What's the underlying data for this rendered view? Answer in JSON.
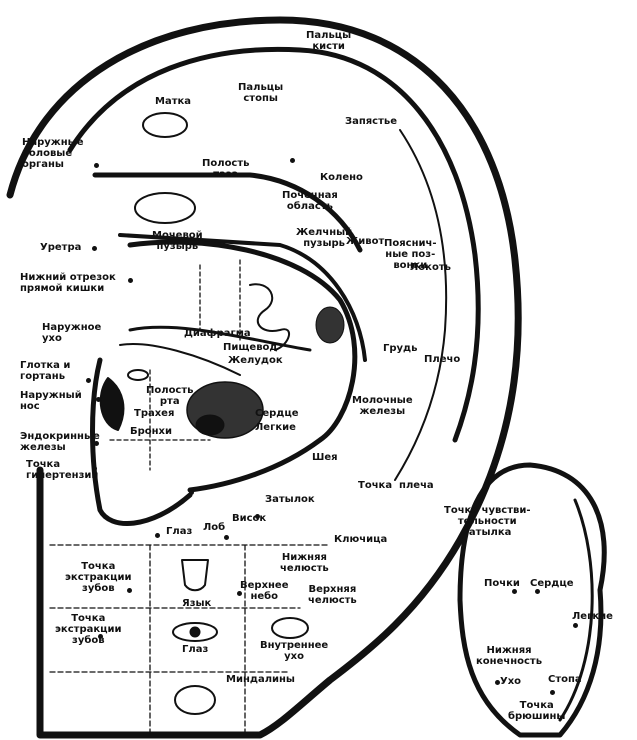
{
  "colors": {
    "ink": "#111111",
    "paper": "#ffffff"
  },
  "labels": {
    "fingers": "Пальцы\nкисти",
    "toes": "Пальцы\nстопы",
    "uterus": "Матка",
    "wrist": "Запястье",
    "external_genitals": "Наружные\nполовые\nорганы",
    "pelvic_cavity": "Полость\nтаза",
    "knee": "Колено",
    "kidney_area": "Почечная\nобласть",
    "bladder": "Мочевой\nпузырь",
    "gallbladder": "Желчный\nпузырь",
    "urethra": "Уретра",
    "abdomen": "Живот",
    "lumbar": "Пояснич-\nные поз-\nвонки",
    "elbow": "Локоть",
    "lower_rectum": "Нижний отрезок\nпрямой кишки",
    "external_ear": "Наружное\nухо",
    "diaphragm": "Диафрагма",
    "esophagus": "Пищевод",
    "stomach": "Желудок",
    "chest": "Грудь",
    "shoulder": "Плечо",
    "throat_larynx": "Глотка и\nгортань",
    "mouth_cavity": "Полость\nрта",
    "trachea": "Трахея",
    "nose": "Наружный\nнос",
    "heart": "Сердце",
    "mammary": "Молочные\nжелезы",
    "bronchi": "Бронхи",
    "lungs": "Легкие",
    "endocrine": "Эндокринные\nжелезы",
    "neck": "Шея",
    "hypertension_point": "Точка\nгипертензии",
    "shoulder_point": "Точка  плеча",
    "occiput": "Затылок",
    "temple": "Висок",
    "forehead": "Лоб",
    "eye_top": "Глаз",
    "clavicle": "Ключица",
    "lower_jaw": "Нижняя\nчелюсть",
    "tooth_extraction_1": "Точка\nэкстракции\nзубов",
    "tongue": "Язык",
    "upper_palate": "Верхнее\nнебо",
    "upper_jaw": "Верхняя\nчелюсть",
    "tooth_extraction_2": "Точка\nэкстракции\nзубов",
    "eye_bottom": "Глаз",
    "inner_ear": "Внутреннее\nухо",
    "tonsils": "Миндалины",
    "occiput_sens": "Точка чувстви-\nтельности\nзатылка",
    "kidneys_back": "Почки",
    "heart_back": "Сердце",
    "lungs_back": "Легкие",
    "lower_limb": "Нижняя\nконечность",
    "ear_back": "Ухо",
    "foot_back": "Стопа",
    "abdominal_point": "Точка\nбрюшины"
  }
}
